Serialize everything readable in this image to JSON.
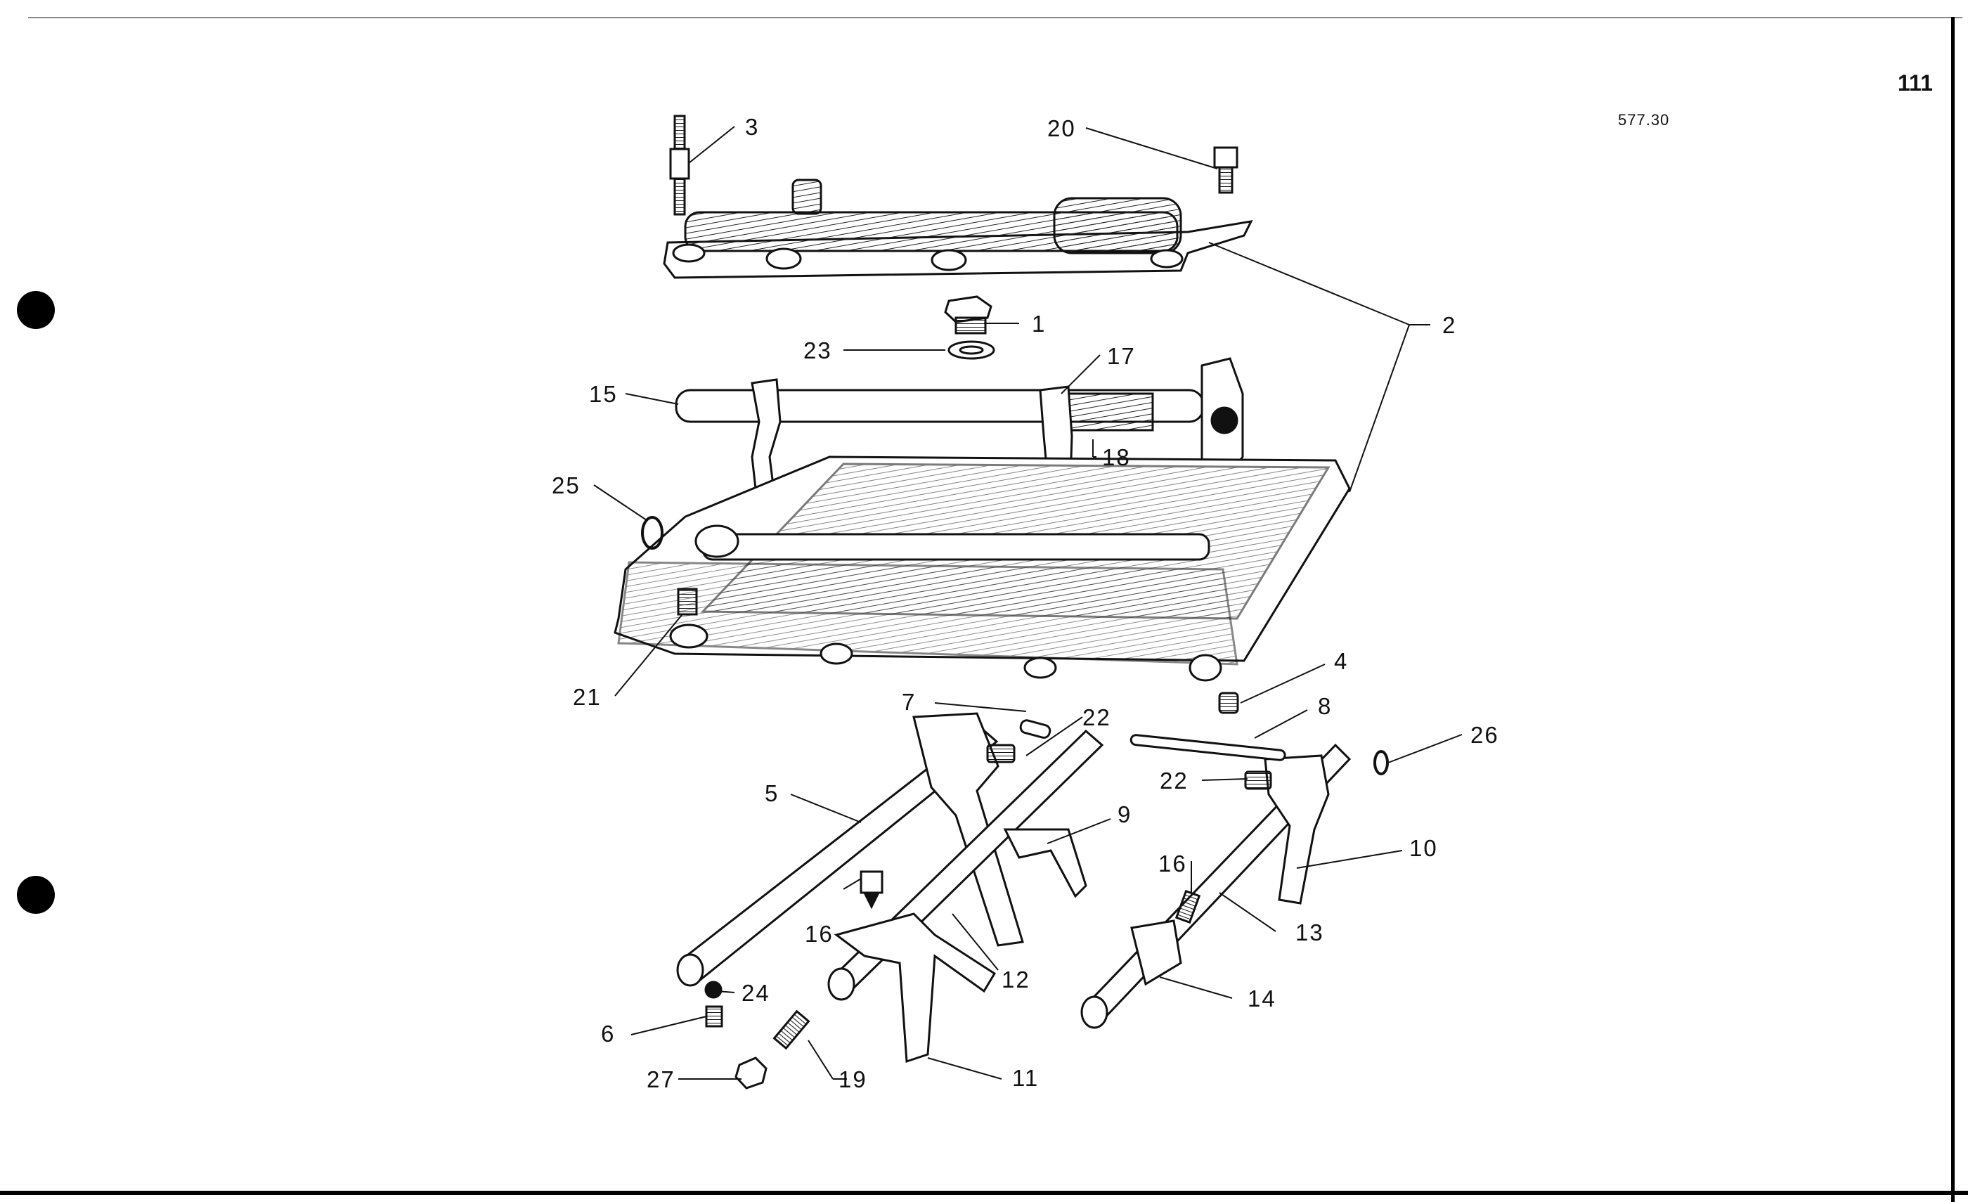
{
  "page": {
    "number": "111",
    "figure_code": "577.30"
  },
  "callouts": {
    "c1": "1",
    "c2": "2",
    "c3": "3",
    "c4": "4",
    "c5": "5",
    "c6": "6",
    "c7": "7",
    "c8": "8",
    "c9": "9",
    "c10": "10",
    "c11": "11",
    "c12": "12",
    "c13": "13",
    "c14": "14",
    "c15": "15",
    "c16a": "16",
    "c16b": "16",
    "c17": "17",
    "c18": "18",
    "c19": "19",
    "c20": "20",
    "c21": "21",
    "c22a": "22",
    "c22b": "22",
    "c23": "23",
    "c24": "24",
    "c25": "25",
    "c26": "26",
    "c27": "27"
  }
}
